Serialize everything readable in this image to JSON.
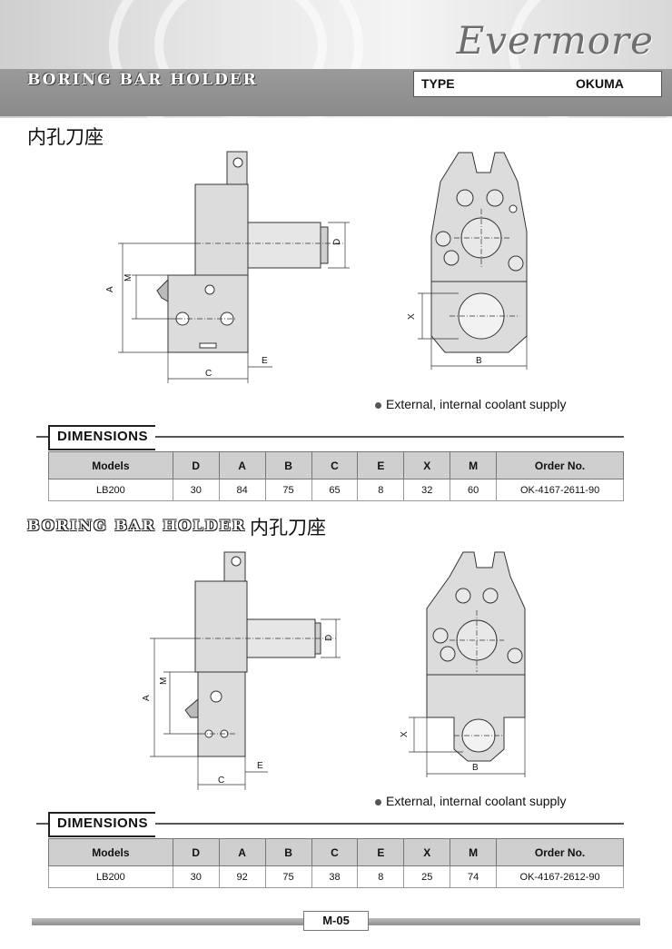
{
  "header": {
    "brand": "Evermore",
    "banner_title": "BORING BAR HOLDER",
    "type_label": "TYPE",
    "type_value": "OKUMA"
  },
  "section1": {
    "chinese_title": "内孔刀座",
    "coolant_note": "External, internal coolant supply",
    "dimensions_tab": "DIMENSIONS",
    "dim_labels": {
      "D": "D",
      "A": "A",
      "M": "M",
      "C": "C",
      "E": "E",
      "X": "X",
      "B": "B"
    },
    "table": {
      "headers": [
        "Models",
        "D",
        "A",
        "B",
        "C",
        "E",
        "X",
        "M",
        "Order No."
      ],
      "rows": [
        [
          "LB200",
          "30",
          "84",
          "75",
          "65",
          "8",
          "32",
          "60",
          "OK-4167-2611-90"
        ]
      ]
    }
  },
  "section2": {
    "title_en": "BORING BAR HOLDER",
    "title_cn": "内孔刀座",
    "coolant_note": "External, internal coolant supply",
    "dimensions_tab": "DIMENSIONS",
    "dim_labels": {
      "D": "D",
      "A": "A",
      "M": "M",
      "C": "C",
      "E": "E",
      "X": "X",
      "B": "B"
    },
    "table": {
      "headers": [
        "Models",
        "D",
        "A",
        "B",
        "C",
        "E",
        "X",
        "M",
        "Order No."
      ],
      "rows": [
        [
          "LB200",
          "30",
          "92",
          "75",
          "38",
          "8",
          "25",
          "74",
          "OK-4167-2612-90"
        ]
      ]
    }
  },
  "footer": {
    "page": "M-05"
  }
}
